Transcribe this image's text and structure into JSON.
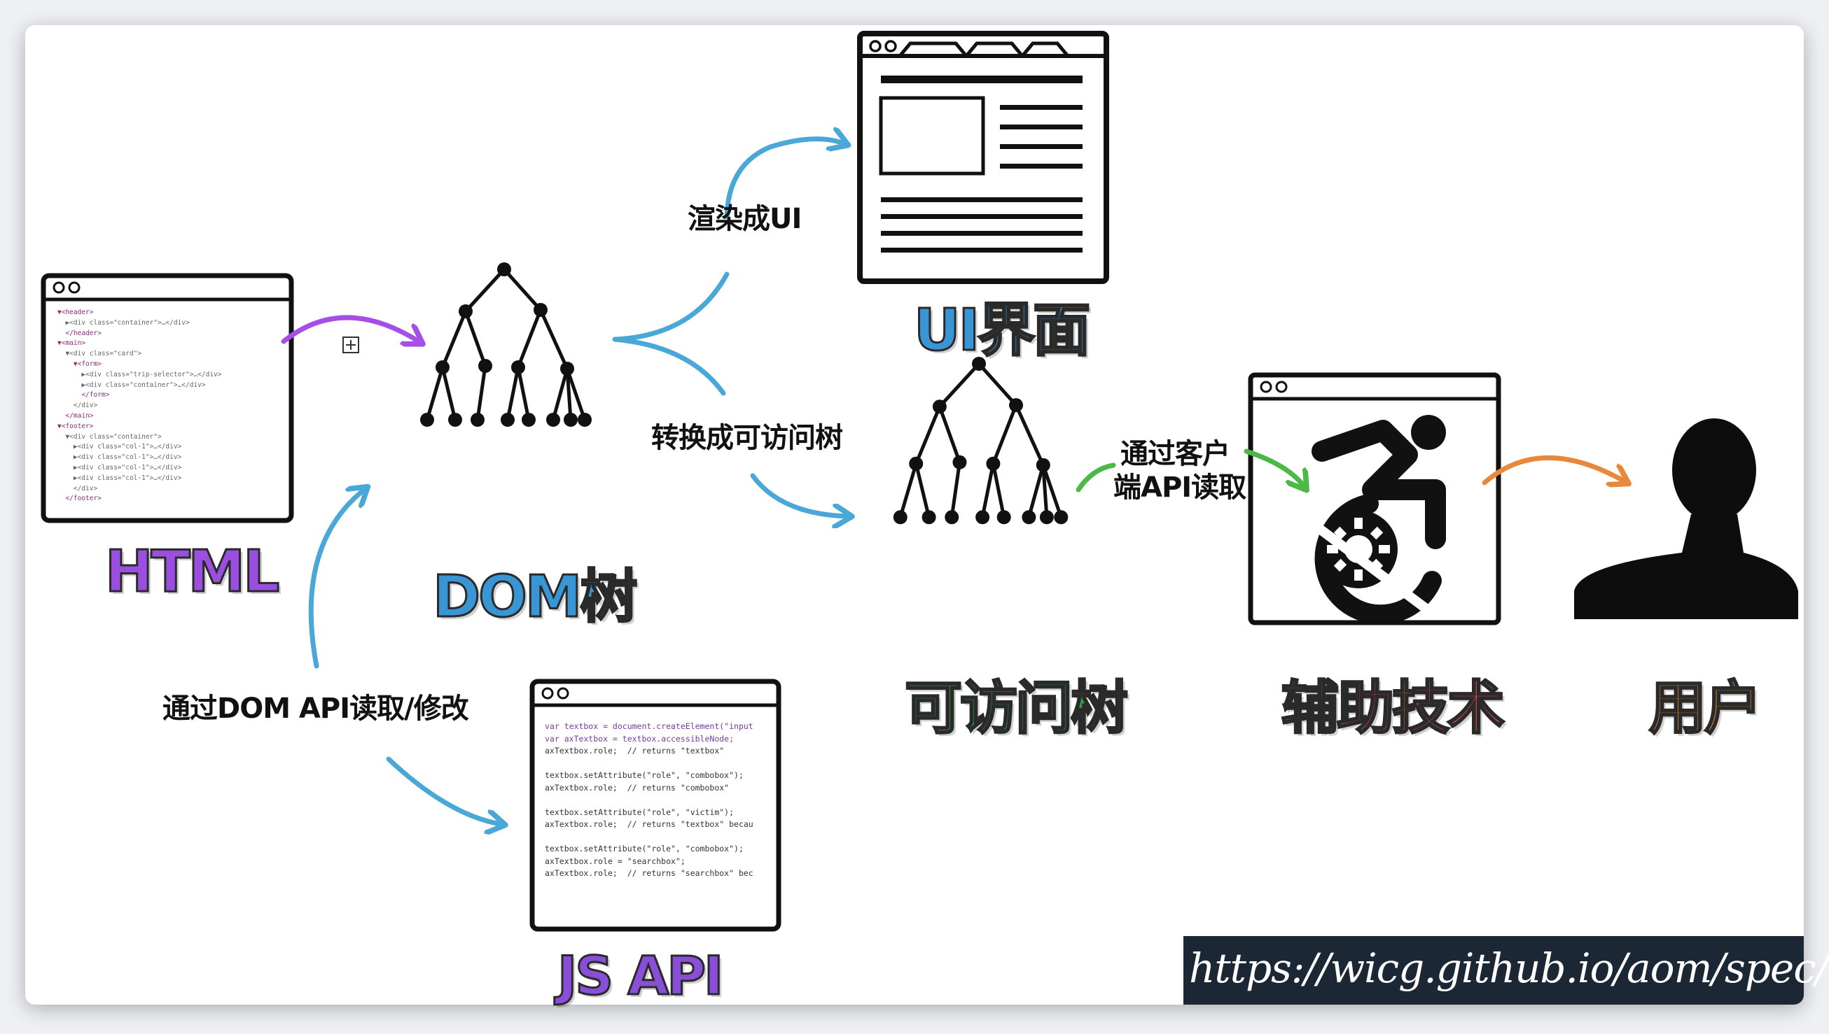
{
  "labels": {
    "html": "HTML",
    "dom_tree": "DOM树",
    "ui": "UI界面",
    "ax_tree": "可访问树",
    "assistive_tech": "辅助技术",
    "user": "用户",
    "js_api": "JS   API",
    "render_to_ui": "渲染成UI",
    "convert_to_ax": "转换成可访问树",
    "client_api_read_1": "通过客户",
    "client_api_read_2": "端API读取",
    "dom_api_read_modify": "通过DOM   API读取/修改",
    "url": "https://wicg.github.io/aom/spec/"
  },
  "html_code": [
    "▼<header>",
    "  ▶<div class=\"container\">…</div>",
    "  </header>",
    "▼<main>",
    "  ▼<div class=\"card\">",
    "    ▼<form>",
    "      ▶<div class=\"trip-selector\">…</div>",
    "      ▶<div class=\"container\">…</div>",
    "      </form>",
    "    </div>",
    "  </main>",
    "▼<footer>",
    "  ▼<div class=\"container\">",
    "    ▶<div class=\"col-1\">…</div>",
    "    ▶<div class=\"col-1\">…</div>",
    "    ▶<div class=\"col-1\">…</div>",
    "    ▶<div class=\"col-1\">…</div>",
    "    </div>",
    "  </footer>"
  ],
  "js_code": [
    "var textbox = document.createElement(\"input",
    "var axTextbox = textbox.accessibleNode;",
    "axTextbox.role;  // returns \"textbox\"",
    "",
    "textbox.setAttribute(\"role\", \"combobox\");",
    "axTextbox.role;  // returns \"combobox\"",
    "",
    "textbox.setAttribute(\"role\", \"victim\");",
    "axTextbox.role;  // returns \"textbox\" becau",
    "",
    "textbox.setAttribute(\"role\", \"combobox\");",
    "axTextbox.role = \"searchbox\";",
    "axTextbox.role;  // returns \"searchbox\" bec"
  ],
  "colors": {
    "html": "#9a4fe0",
    "dom_tree": "#3a95d4",
    "ui": "#3a95d4",
    "ax_tree": "#33a043",
    "assistive_tech": "#e04848",
    "user": "#ee9a3b",
    "js_api": "#8a4fd8",
    "arrow_purple": "#a64fe6",
    "arrow_blue": "#4aa8d8",
    "arrow_green": "#4cb848",
    "arrow_orange": "#e8883a",
    "url_bg": "#1b2735"
  },
  "icons": [
    "wheelchair-icon",
    "user-icon",
    "ui-page-icon",
    "browser-window-icon",
    "tree-icon"
  ]
}
